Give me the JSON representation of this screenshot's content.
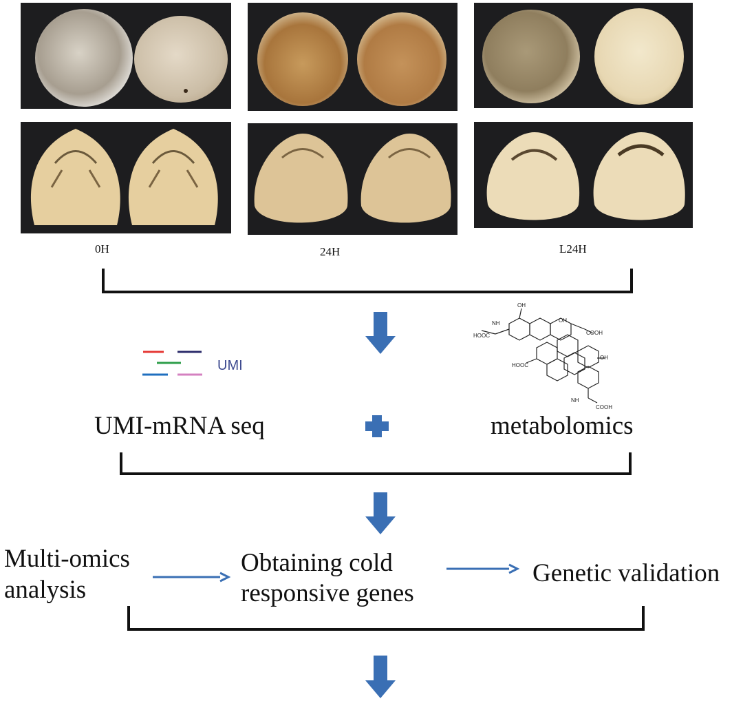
{
  "figure": {
    "conditions": [
      {
        "label": "0H"
      },
      {
        "label": "24H"
      },
      {
        "label": "L24H"
      }
    ],
    "umi_legend": {
      "label": "UMI",
      "color": "#3d4a8f"
    },
    "methods": {
      "left": "UMI-mRNA seq",
      "right": "metabolomics",
      "plus_color": "#3a6fb4"
    },
    "analysis": {
      "left_line1": "Multi-omics",
      "left_line2": "analysis",
      "middle_line1": "Obtaining cold",
      "middle_line2": "responsive genes",
      "right": "Genetic validation"
    },
    "colors": {
      "arrow": "#3a6fb4",
      "bracket": "#111111",
      "photo_bg": "#1d1d1f",
      "mushroom_cut": "#e6cf9f"
    }
  }
}
